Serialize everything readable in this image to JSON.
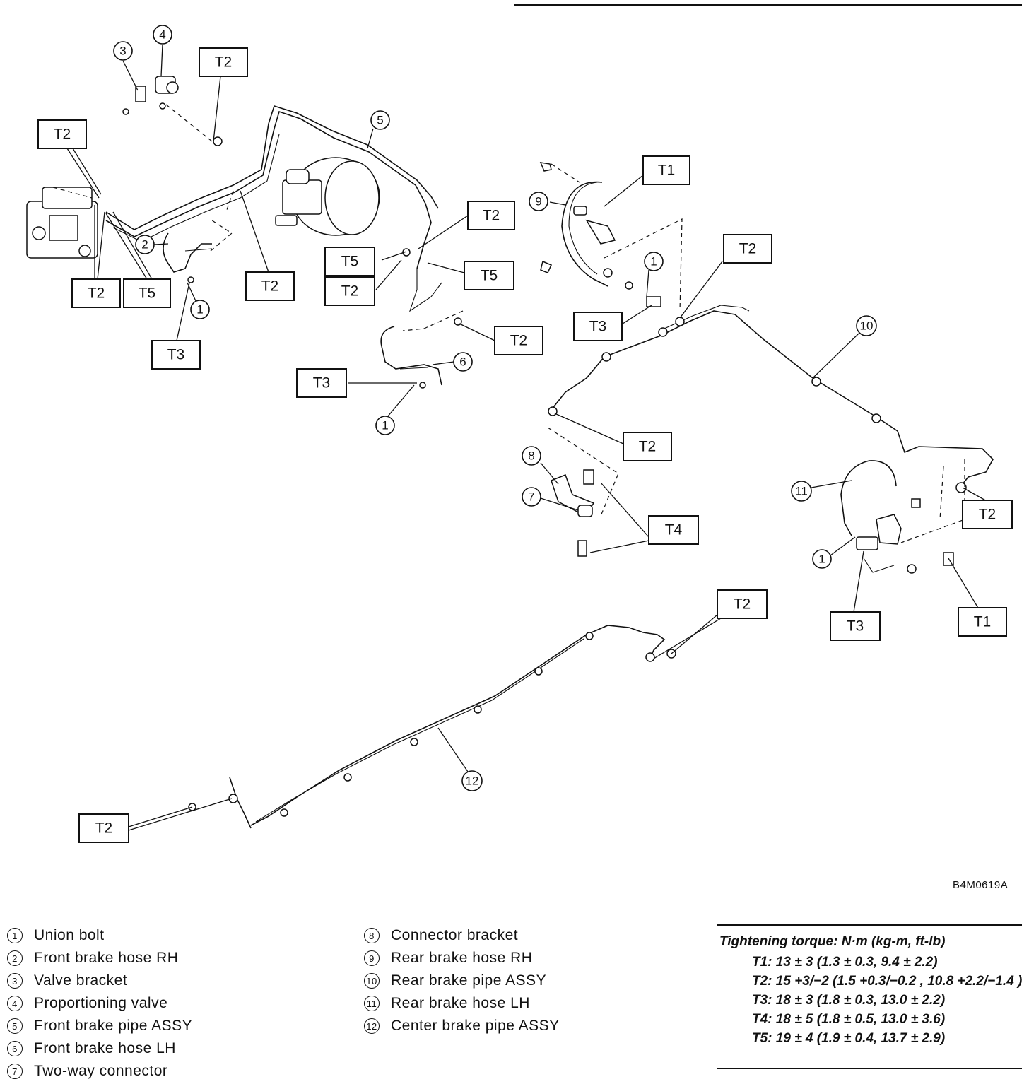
{
  "figure_code": "B4M0619A",
  "torque_tags": {
    "T1": "T1",
    "T2": "T2",
    "T3": "T3",
    "T4": "T4",
    "T5": "T5"
  },
  "callouts": [
    "1",
    "2",
    "3",
    "4",
    "5",
    "6",
    "7",
    "8",
    "9",
    "10",
    "11",
    "12"
  ],
  "legend": [
    {
      "num": "1",
      "label": "Union bolt"
    },
    {
      "num": "2",
      "label": "Front brake hose RH"
    },
    {
      "num": "3",
      "label": "Valve bracket"
    },
    {
      "num": "4",
      "label": "Proportioning valve"
    },
    {
      "num": "5",
      "label": "Front brake pipe ASSY"
    },
    {
      "num": "6",
      "label": "Front brake hose LH"
    },
    {
      "num": "7",
      "label": "Two-way connector"
    },
    {
      "num": "8",
      "label": "Connector bracket"
    },
    {
      "num": "9",
      "label": "Rear brake hose RH"
    },
    {
      "num": "10",
      "label": "Rear brake pipe ASSY"
    },
    {
      "num": "11",
      "label": "Rear brake hose LH"
    },
    {
      "num": "12",
      "label": "Center brake pipe ASSY"
    }
  ],
  "torque": {
    "title": "Tightening torque: N·m (kg-m, ft-lb)",
    "rows": [
      {
        "tag": "T1:",
        "value": "13 ± 3 (1.3 ± 0.3, 9.4 ± 2.2)"
      },
      {
        "tag": "T2:",
        "value": "15 +3/−2 (1.5 +0.3/−0.2 , 10.8 +2.2/−1.4 )"
      },
      {
        "tag": "T3:",
        "value": "18 ± 3 (1.8 ± 0.3, 13.0 ± 2.2)"
      },
      {
        "tag": "T4:",
        "value": "18 ± 5 (1.8 ± 0.5, 13.0 ± 3.6)"
      },
      {
        "tag": "T5:",
        "value": "19 ± 4 (1.9 ± 0.4, 13.7 ± 2.9)"
      }
    ]
  }
}
